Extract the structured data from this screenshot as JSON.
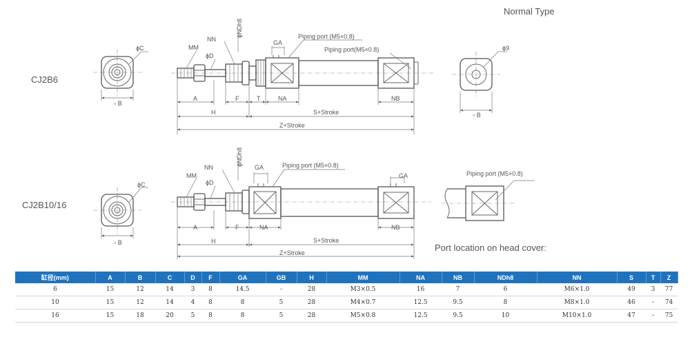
{
  "title": "Normal Type",
  "models": {
    "top": "CJ2B6",
    "bottom": "CJ2B10/16"
  },
  "port_location_caption": "Port location on head cover:",
  "labels": {
    "phi_c": "ϕC",
    "phi_d": "ϕD",
    "phi_9": "ϕ9",
    "sq_b": "▫ B",
    "mm": "MM",
    "nn": "NN",
    "ndh8": "ϕNDh8",
    "ga": "GA",
    "piping_port_1": "Piping port (M5×0.8)",
    "piping_port_2": "Piping port(M5×0.8)",
    "piping_port_3": "Piping port (M5×0.8)",
    "piping_port_4": "Piping port (M5×0.8)",
    "a": "A",
    "f": "F",
    "t": "T",
    "na": "NA",
    "nb": "NB",
    "h": "H",
    "s_stroke": "S+Stroke",
    "z_stroke": "Z+Stroke"
  },
  "table": {
    "headers": [
      "缸径(mm)",
      "A",
      "B",
      "C",
      "D",
      "F",
      "GA",
      "GB",
      "H",
      "MM",
      "NA",
      "NB",
      "NDh8",
      "NN",
      "S",
      "T",
      "Z"
    ],
    "rows": [
      [
        "6",
        "15",
        "12",
        "14",
        "3",
        "8",
        "14.5",
        "-",
        "28",
        "M3×0.5",
        "16",
        "7",
        "6",
        "M6×1.0",
        "49",
        "3",
        "77"
      ],
      [
        "10",
        "15",
        "12",
        "14",
        "4",
        "8",
        "8",
        "5",
        "28",
        "M4×0.7",
        "12.5",
        "9.5",
        "8",
        "M8×1.0",
        "46",
        "-",
        "74"
      ],
      [
        "16",
        "15",
        "18",
        "20",
        "5",
        "8",
        "8",
        "5",
        "28",
        "M5×0.8",
        "12.5",
        "9.5",
        "10",
        "M10×1.0",
        "47",
        "-",
        "75"
      ]
    ]
  }
}
